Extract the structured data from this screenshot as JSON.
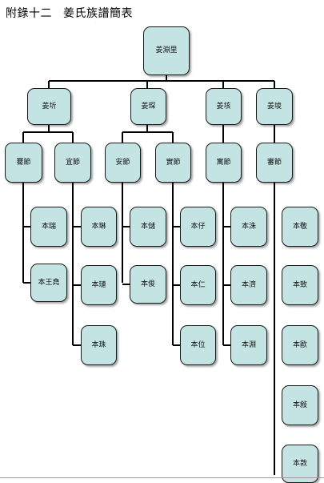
{
  "title": {
    "appendix": "附錄十二",
    "name": "姜氏族譜簡表",
    "tiny_mark": "· ·"
  },
  "tree": {
    "root": "姜淵里",
    "gen2": [
      "姜圻",
      "姜琛",
      "姜垓",
      "姜埈"
    ],
    "gen3": [
      "騫節",
      "宜節",
      "安節",
      "實節",
      "寓節",
      "審節"
    ],
    "gen4": {
      "騫節": [
        "本瑞",
        "本王堯"
      ],
      "宜節": [
        "本琳",
        "本璉",
        "本珠"
      ],
      "安節": [
        "本儲",
        "本俊"
      ],
      "實節": [
        "本仔",
        "本仁",
        "本位"
      ],
      "寓節": [
        "本洙",
        "本濟",
        "本淵"
      ],
      "審節": [
        "本敬",
        "本致",
        "本歐",
        "本敍",
        "本敦"
      ]
    }
  },
  "colors": {
    "node_fill": "#c4e3e3",
    "node_border": "#1a1a1a",
    "line": "#000000"
  }
}
